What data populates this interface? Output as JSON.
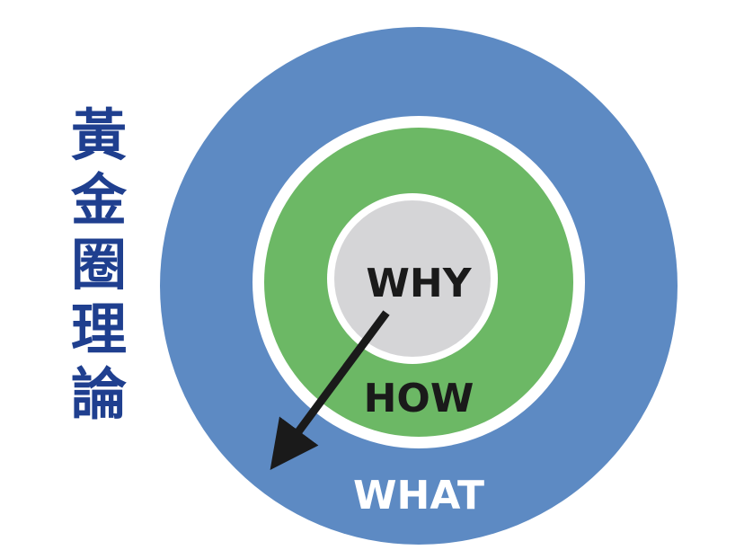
{
  "title": {
    "chars": [
      "黃",
      "金",
      "圈",
      "理",
      "論"
    ]
  },
  "rings": {
    "center": {
      "label": "WHY",
      "color": "#d5d5d7",
      "text_color": "#1a1a1a"
    },
    "middle": {
      "label": "HOW",
      "color": "#6cb865",
      "text_color": "#1a1a1a"
    },
    "outer": {
      "label": "WHAT",
      "color": "#5d8ac3",
      "text_color": "#ffffff"
    }
  },
  "colors": {
    "title": "#1f3f8f",
    "separator": "#ffffff",
    "arrow": "#1a1a1a"
  }
}
